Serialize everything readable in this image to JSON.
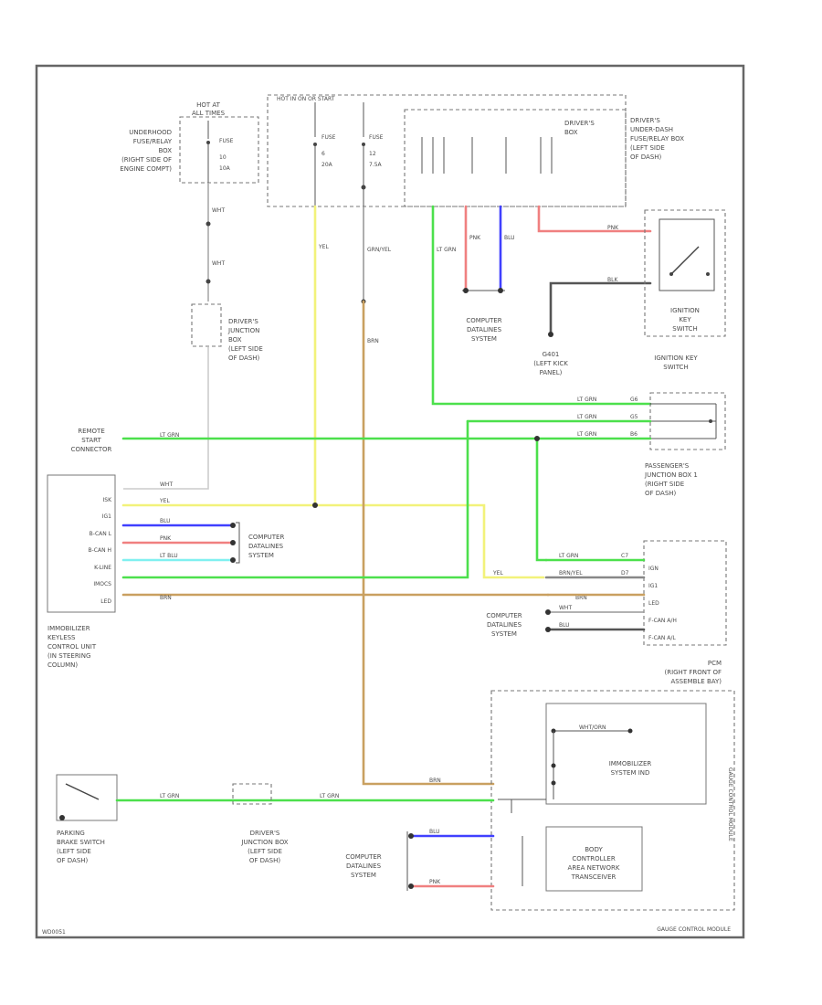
{
  "diagram": {
    "frame_code": "WD0051",
    "components": {
      "underhood_box": [
        "UNDERHOOD",
        "FUSE/RELAY",
        "BOX",
        "(RIGHT SIDE OF",
        "ENGINE COMPT)"
      ],
      "hot_at_all_times": [
        "HOT AT",
        "ALL TIMES"
      ],
      "fuse_10": [
        "FUSE",
        "10",
        "10A"
      ],
      "hot_in_on": "HOT IN ON OR START",
      "fuse_6": [
        "FUSE",
        "6",
        "20A"
      ],
      "fuse_12": [
        "FUSE",
        "12",
        "7.5A"
      ],
      "drivers_box": [
        "DRIVER'S",
        "BOX"
      ],
      "drivers_under_dash_box": [
        "DRIVER'S",
        "UNDER-DASH",
        "FUSE/RELAY BOX",
        "(LEFT SIDE",
        "OF DASH)"
      ],
      "drivers_junction_box": [
        "DRIVER'S",
        "JUNCTION",
        "BOX",
        "(LEFT SIDE",
        "OF DASH)"
      ],
      "computer_data_1": [
        "COMPUTER",
        "DATALINES",
        "SYSTEM"
      ],
      "g401": [
        "G401",
        "(LEFT KICK",
        "PANEL)"
      ],
      "ignition_switch": [
        "IGNITION",
        "KEY",
        "SWITCH"
      ],
      "ignition_switch_caption": [
        "IGNITION KEY",
        "SWITCH"
      ],
      "remote_start": [
        "REMOTE",
        "START",
        "CONNECTOR"
      ],
      "passengers_box": [
        "PASSENGER'S",
        "JUNCTION BOX 1",
        "(RIGHT SIDE",
        "OF DASH)"
      ],
      "computer_data_2": [
        "COMPUTER",
        "DATALINES",
        "SYSTEM"
      ],
      "computer_data_3": [
        "COMPUTER",
        "DATALINES",
        "SYSTEM"
      ],
      "computer_data_4": [
        "COMPUTER",
        "DATALINES",
        "SYSTEM"
      ],
      "immobilizer": [
        "IMMOBILIZER",
        "KEYLESS",
        "CONTROL UNIT",
        "(IN STEERING",
        "COLUMN)"
      ],
      "pcm": [
        "PCM",
        "(RIGHT FRONT OF",
        "ASSEMBLE BAY)"
      ],
      "immobilizer_system_ind": [
        "IMMOBILIZER",
        "SYSTEM IND"
      ],
      "body_controller": [
        "BODY",
        "CONTROLLER",
        "AREA NETWORK",
        "TRANSCEIVER"
      ],
      "parking_brake": [
        "PARKING",
        "BRAKE SWITCH",
        "(LEFT SIDE",
        "OF DASH)"
      ],
      "drivers_junction_box_2": [
        "DRIVER'S",
        "JUNCTION BOX",
        "(LEFT SIDE",
        "OF DASH)"
      ],
      "gauge_control": "GAUGE CONTROL MODULE",
      "gauge_control_side": "GAUGE CONTROL MODULE"
    },
    "immobilizer_pins": [
      "ISK",
      "IG1",
      "B-CAN L",
      "B-CAN H",
      "K-LINE",
      "IMOCS",
      "LED"
    ],
    "pcm_pins": [
      "IGN",
      "IG1",
      "LED",
      "F-CAN A/H",
      "F-CAN A/L"
    ],
    "wire_labels": {
      "w1": "WHT",
      "w2": "WHT",
      "w3": "YEL",
      "w4": "GRN/YEL",
      "w5": "BRN",
      "w6": "LT GRN",
      "w7": "PNK",
      "w8": "BLU",
      "w9": "PNK",
      "w10": "BLK",
      "r1": "LT GRN",
      "r2": "LT GRN",
      "r3": "LT GRN",
      "i1": "WHT",
      "i2": "YEL",
      "i3": "BLU",
      "i4": "PNK",
      "i5": "LT BLU",
      "i6": "LT GRN",
      "i7": "BRN",
      "p1": "LT GRN",
      "p2": "YEL",
      "p3": "BRN/YEL",
      "p4": "BRN",
      "p5": "WHT",
      "p6": "BLU",
      "g1": "BRN",
      "g2": "LT GRN",
      "g3": "LT GRN",
      "g4": "BLU",
      "g5": "PNK",
      "c1": "WHT/ORN",
      "conn_a": "G6",
      "conn_b": "G5",
      "conn_c": "B6",
      "conn_d": "C7",
      "conn_e": "D7"
    },
    "colors": {
      "green": "#4ce04c",
      "yellow": "#f2f27a",
      "tan": "#c9a060",
      "pink": "#f08080",
      "blue": "#4040ff",
      "cyan": "#80f0f0",
      "black": "#444444"
    }
  }
}
